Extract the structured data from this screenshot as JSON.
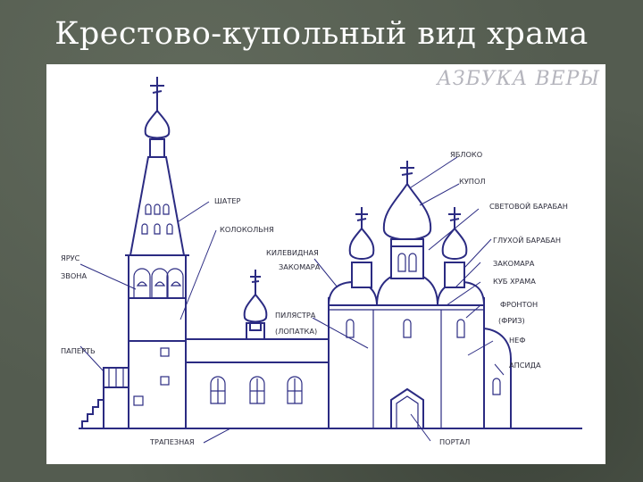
{
  "title": "Крестово-купольный вид храма",
  "watermark": "АЗБУКА ВЕРЫ",
  "labels": {
    "shater": "ШАТЕР",
    "kolokolnya": "КОЛОКОЛЬНЯ",
    "yarus": "ЯРУС",
    "zvona": "ЗВОНА",
    "paperty": "ПАПЕРТЬ",
    "trapeznaya": "ТРАПЕЗНАЯ",
    "kilevidnaya": "КИЛЕВИДНАЯ",
    "zakomara_1": "ЗАКОМАРА",
    "pilyastra": "ПИЛЯСТРА",
    "lopatka": "(ЛОПАТКА)",
    "yabloko": "ЯБЛОКО",
    "kupol": "КУПОЛ",
    "svetovoy_baraban": "СВЕТОВОЙ БАРАБАН",
    "glukhoy_baraban": "ГЛУХОЙ БАРАБАН",
    "zakomara_2": "ЗАКОМАРА",
    "kub_khrama": "КУБ ХРАМА",
    "fronton": "ФРОНТОН",
    "friz": "(ФРИЗ)",
    "nef": "НЕФ",
    "apsida": "АПСИДА",
    "portal": "ПОРТАЛ"
  },
  "colors": {
    "background": "#545c50",
    "panel": "#ffffff",
    "line": "#2b2b82",
    "title": "#ffffff",
    "watermark": "#b5b5bd"
  }
}
